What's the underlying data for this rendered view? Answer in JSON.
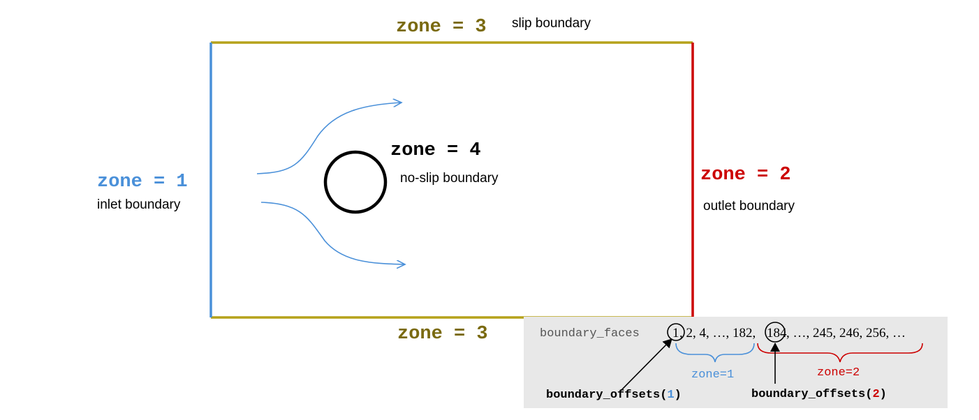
{
  "colors": {
    "inlet": "#4a90d9",
    "outlet": "#cc0000",
    "slip_line": "#b5a21a",
    "slip_text": "#7a6a10",
    "wall": "#000000",
    "flow": "#4a90d9",
    "panel": "#e8e8e8",
    "code_gray": "#555555",
    "zone1_brace": "#4a90d9",
    "zone2_brace": "#cc0000"
  },
  "zones": {
    "top": {
      "label": "zone = 3",
      "description": "slip boundary"
    },
    "bottom": {
      "label": "zone = 3"
    },
    "left": {
      "label": "zone = 1",
      "description": "inlet boundary"
    },
    "right": {
      "label": "zone = 2",
      "description": "outlet boundary"
    },
    "cylinder": {
      "label": "zone = 4",
      "description": "no-slip boundary"
    }
  },
  "icons": {
    "flow_arrows": "flow-arrow-icon",
    "cylinder": "circle-obstacle-icon"
  },
  "array_panel": {
    "array_name": "boundary_faces",
    "values_1": {
      "circled_first": "1",
      "rest": ", 2, 4, …, 182,"
    },
    "values_2": {
      "circled_first": "184",
      "rest": ",  …, 245, 246, 256, …"
    },
    "brace_1_label": "zone=1",
    "brace_2_label": "zone=2",
    "offset_1": {
      "prefix": "boundary_offsets(",
      "index": "1",
      "suffix": ")"
    },
    "offset_2": {
      "prefix": "boundary_offsets(",
      "index": "2",
      "suffix": ")"
    }
  }
}
